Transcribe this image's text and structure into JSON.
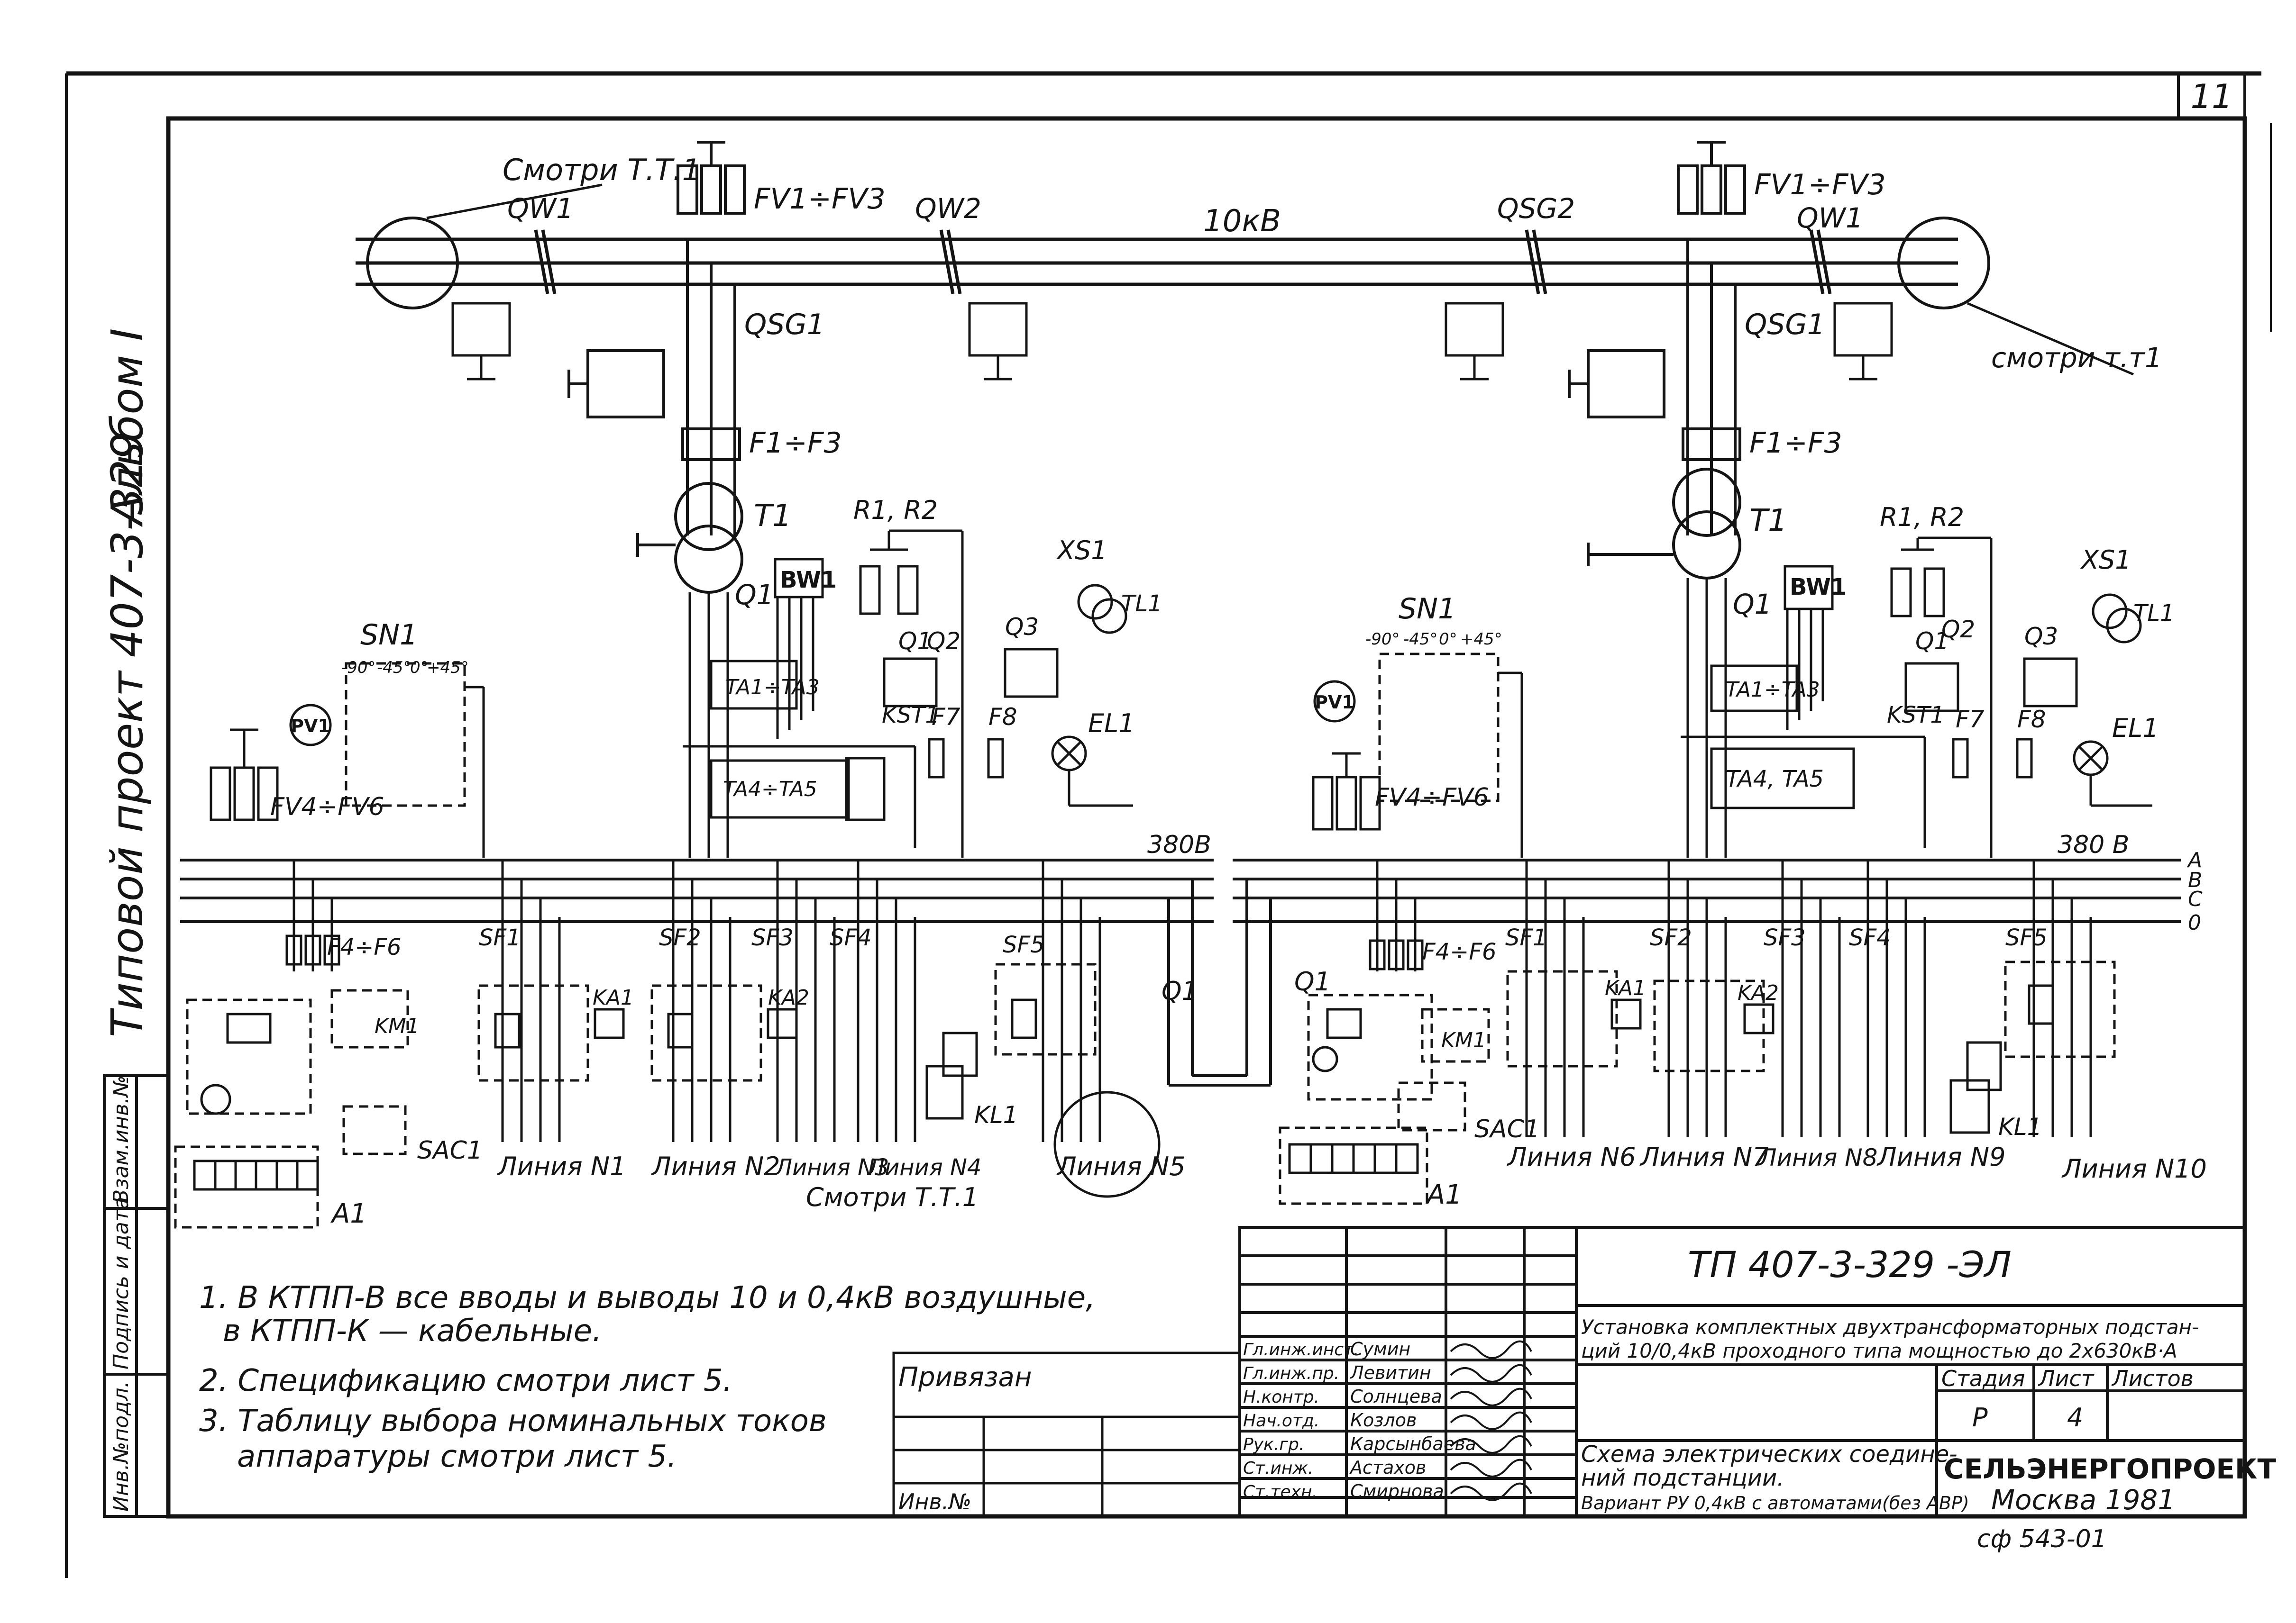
{
  "sheet": {
    "page_number": "11",
    "album": "Альбом I",
    "project": "Типовой проект 407-3-329",
    "bottom_code": "сф 543-01"
  },
  "top_busbar": {
    "voltage": "10кВ",
    "left_ref": "Смотри Т.Т.1",
    "right_ref": "смотри т.т1",
    "left_switch": "QW1",
    "mid_switch_left": "QW2",
    "mid_switch_right": "QSG2",
    "right_switch": "QW1",
    "arrester_left": "FV1÷FV3",
    "arrester_right": "FV1÷FV3",
    "disconnector_left": "QSG1",
    "disconnector_right": "QSG1",
    "fuses_left": "F1÷F3",
    "fuses_right": "F1÷F3",
    "transformer_left": "T1",
    "transformer_right": "T1"
  },
  "left_section": {
    "breaker": "Q1",
    "meter": "BW1",
    "ct_upper": "TA1÷TA3",
    "ct_lower": "TA4÷TA5",
    "relay_kst": "KST1",
    "resistors": "R1, R2",
    "q1": "Q1",
    "q2": "Q2",
    "q3": "Q3",
    "f7": "F7",
    "f8": "F8",
    "socket": "XS1",
    "tl": "TL1",
    "lamp": "EL1",
    "switch": "SN1",
    "switch_angles": [
      "-90°",
      "-45°",
      "0°",
      "+45°"
    ],
    "voltmeter": "PV1",
    "arrester": "FV4÷FV6",
    "bus_voltage": "380В",
    "fuses": "F4÷F6",
    "km": "KM1",
    "sac": "SAC1",
    "terminal": "A1",
    "sf": [
      "SF1",
      "SF2",
      "SF3",
      "SF4",
      "SF5"
    ],
    "ka": [
      "KA1",
      "KA2"
    ],
    "kl": "KL1",
    "q_out": "Q1",
    "lines": [
      "Линия N1",
      "Линия N2",
      "Линия N3",
      "Линия N4",
      "Линия N5"
    ],
    "bottom_ref": "Смотри Т.Т.1"
  },
  "right_section": {
    "breaker": "Q1",
    "meter": "BW1",
    "ct_upper": "TA1÷TA3",
    "ct_lower": "TA4, TA5",
    "relay_kst": "KST1",
    "resistors": "R1, R2",
    "q1": "Q1",
    "q2": "Q2",
    "q3": "Q3",
    "f7": "F7",
    "f8": "F8",
    "socket": "XS1",
    "tl": "TL1",
    "lamp": "EL1",
    "switch": "SN1",
    "switch_angles": [
      "-90°",
      "-45°",
      "0°",
      "+45°"
    ],
    "voltmeter": "PV1",
    "arrester": "FV4÷FV6",
    "bus_voltage": "380 В",
    "phases": [
      "A",
      "B",
      "C",
      "0"
    ],
    "fuses": "F4÷F6",
    "km": "KM1",
    "sac": "SAC1",
    "terminal": "A1",
    "q_in": "Q1",
    "sf": [
      "SF1",
      "SF2",
      "SF3",
      "SF4",
      "SF5"
    ],
    "ka": [
      "KA1",
      "KA2"
    ],
    "kl": "KL1",
    "lines": [
      "Линия N6",
      "Линия N7",
      "Линия N8",
      "Линия N9",
      "Линия N10"
    ]
  },
  "notes": [
    "1. В КТПП-В все вводы и выводы 10 и 0,4кВ воздушные,",
    "в КТПП-К — кабельные.",
    "2. Спецификацию смотри лист 5.",
    "3. Таблицу выбора номинальных токов",
    "аппаратуры смотри лист 5."
  ],
  "binding": {
    "label": "Привязан",
    "inv": "Инв.№"
  },
  "left_margin": [
    "Инв.№подл.",
    "Подпись и дата",
    "Взам.инв.№"
  ],
  "title_block": {
    "code": "ТП 407-3-329 -ЭЛ",
    "description_1": "Установка комплектных двухтрансформаторных подстан-",
    "description_2": "ций 10/0,4кВ проходного типа мощностью до 2х630кВ·А",
    "sheet_title_1": "Схема электрических соедине-",
    "sheet_title_2": "ний подстанции.",
    "sheet_title_3": "Вариант РУ 0,4кВ с автоматами(без АВР)",
    "stage_header": "Стадия",
    "sheet_header": "Лист",
    "sheets_header": "Листов",
    "stage": "Р",
    "sheet": "4",
    "sheets": "",
    "organization": "СЕЛЬЭНЕРГОПРОЕКТ",
    "city_year": "Москва 1981",
    "staff": [
      {
        "role": "Гл.инж.инст.",
        "name": "Сумин"
      },
      {
        "role": "Гл.инж.пр.",
        "name": "Левитин"
      },
      {
        "role": "Н.контр.",
        "name": "Солнцева"
      },
      {
        "role": "Нач.отд.",
        "name": "Козлов"
      },
      {
        "role": "Рук.гр.",
        "name": "Карсынбаева"
      },
      {
        "role": "Ст.инж.",
        "name": "Астахов"
      },
      {
        "role": "Ст.техн.",
        "name": "Смирнова"
      }
    ]
  }
}
